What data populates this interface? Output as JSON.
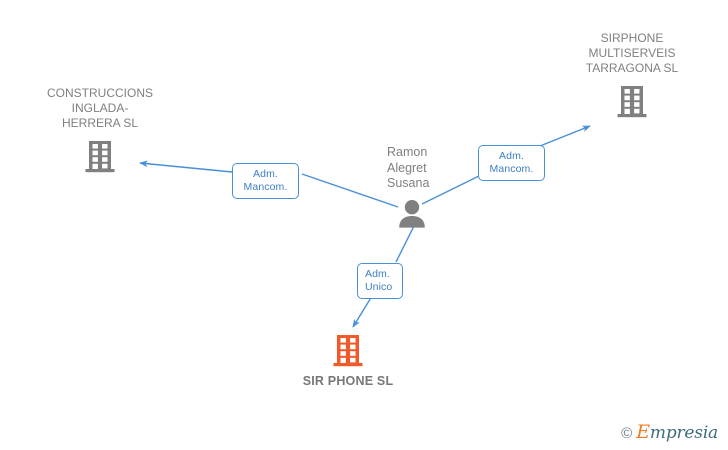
{
  "diagram": {
    "title": "Ramon Alegret Susana - company relationship chart",
    "accent_blue": "#4a90d9",
    "node_gray": "#808080",
    "highlight_orange": "#f2592a",
    "center": {
      "id": "person-center",
      "name": "Ramon\nAlegret\nSusana",
      "icon": "person-icon",
      "icon_color": "#808080"
    },
    "nodes": [
      {
        "id": "construccions-inglada-herrera",
        "label": "CONSTRUCCIONS\nINGLADA-\nHERRERA SL",
        "icon": "building-icon",
        "icon_color": "#808080",
        "highlighted": false
      },
      {
        "id": "sirphone-multiserveis-tarragona",
        "label": "SIRPHONE\nMULTISERVEIS\nTARRAGONA SL",
        "icon": "building-icon",
        "icon_color": "#808080",
        "highlighted": false
      },
      {
        "id": "sir-phone-sl",
        "label": "SIR PHONE SL",
        "icon": "building-icon",
        "icon_color": "#f2592a",
        "highlighted": true
      }
    ],
    "edges": [
      {
        "id": "edge-construccions",
        "from": "person-center",
        "to": "construccions-inglada-herrera",
        "label": "Adm.\nMancom.",
        "align": "center"
      },
      {
        "id": "edge-sirphone-multiserveis",
        "from": "person-center",
        "to": "sirphone-multiserveis-tarragona",
        "label": "Adm.\nMancom.",
        "align": "center"
      },
      {
        "id": "edge-sir-phone",
        "from": "person-center",
        "to": "sir-phone-sl",
        "label": "Adm.\nUnico",
        "align": "left"
      }
    ]
  },
  "watermark": {
    "copyright": "©",
    "brand_initial": "E",
    "brand_rest": "mpresia"
  }
}
